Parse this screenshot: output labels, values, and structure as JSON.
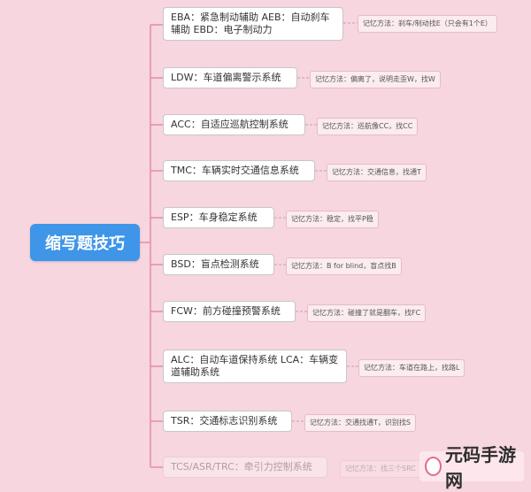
{
  "root": {
    "label": "缩写题技巧"
  },
  "branches": [
    {
      "node": "EBA：紧急制动辅助 AEB：自动刹车辅助 EBD：电子制动力",
      "note": "记忆方法：刹车/制动找E（只会有1个E）"
    },
    {
      "node": "LDW：车道偏离警示系统",
      "note": "记忆方法：偏离了，说明走歪W，找W"
    },
    {
      "node": "ACC：自适应巡航控制系统",
      "note": "记忆方法：巡航像CC，找CC"
    },
    {
      "node": "TMC：车辆实时交通信息系统",
      "note": "记忆方法：交通信息，找通T"
    },
    {
      "node": "ESP：车身稳定系统",
      "note": "记忆方法：稳定，找平P稳"
    },
    {
      "node": "BSD：盲点检测系统",
      "note": "记忆方法：B for blind，盲点找B"
    },
    {
      "node": "FCW：前方碰撞预警系统",
      "note": "记忆方法：碰撞了就是翻车，找FC"
    },
    {
      "node": "ALC：自动车道保持系统  LCA：车辆变道辅助系统",
      "note": "记忆方法：车道在路上，找路L"
    },
    {
      "node": "TSR：交通标志识别系统",
      "note": "记忆方法：交通找通T，识别找S"
    },
    {
      "node": "TCS/ASR/TRC：牵引力控制系统",
      "note": "记忆方法：找三个SRC"
    }
  ],
  "watermark": {
    "text": "元码手游网"
  },
  "colors": {
    "background": "#f7d6df",
    "root": "#3f95e8",
    "link": "#e08aa0"
  }
}
